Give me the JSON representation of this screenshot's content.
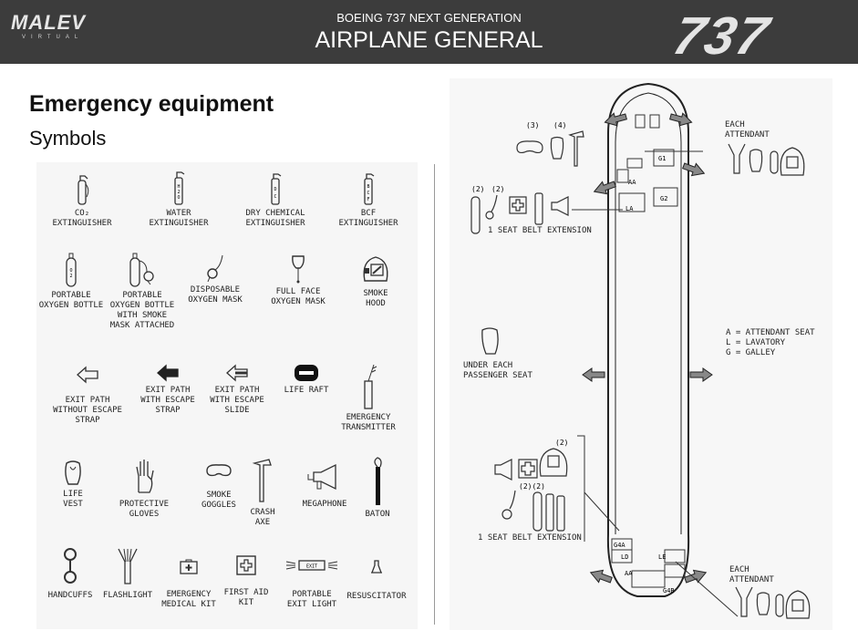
{
  "header": {
    "logo": "MALEV",
    "logo_sub": "VIRTUAL",
    "subtitle": "BOEING 737 NEXT GENERATION",
    "title": "AIRPLANE GENERAL",
    "model": "737"
  },
  "page": {
    "title": "Emergency equipment",
    "subtitle": "Symbols"
  },
  "symbols": [
    {
      "label": "CO₂\nEXTINGUISHER",
      "icon": "co2-extinguisher-icon"
    },
    {
      "label": "WATER\nEXTINGUISHER",
      "icon": "water-extinguisher-icon"
    },
    {
      "label": "DRY CHEMICAL\nEXTINGUISHER",
      "icon": "dry-chemical-extinguisher-icon"
    },
    {
      "label": "BCF\nEXTINGUISHER",
      "icon": "bcf-extinguisher-icon"
    },
    {
      "label": "PORTABLE\nOXYGEN BOTTLE",
      "icon": "oxygen-bottle-icon"
    },
    {
      "label": "PORTABLE\nOXYGEN BOTTLE\nWITH SMOKE\nMASK ATTACHED",
      "icon": "oxygen-bottle-smoke-mask-icon"
    },
    {
      "label": "DISPOSABLE\nOXYGEN MASK",
      "icon": "disposable-oxygen-mask-icon"
    },
    {
      "label": "FULL FACE\nOXYGEN MASK",
      "icon": "full-face-oxygen-mask-icon"
    },
    {
      "label": "SMOKE\nHOOD",
      "icon": "smoke-hood-icon"
    },
    {
      "label": "EXIT PATH\nWITHOUT ESCAPE\nSTRAP",
      "icon": "exit-path-outline-arrow-icon"
    },
    {
      "label": "EXIT PATH\nWITH ESCAPE\nSTRAP",
      "icon": "exit-path-filled-arrow-icon"
    },
    {
      "label": "EXIT PATH\nWITH ESCAPE\nSLIDE",
      "icon": "exit-path-slide-arrow-icon"
    },
    {
      "label": "LIFE RAFT",
      "icon": "life-raft-icon"
    },
    {
      "label": "EMERGENCY\nTRANSMITTER",
      "icon": "emergency-transmitter-icon"
    },
    {
      "label": "LIFE\nVEST",
      "icon": "life-vest-icon"
    },
    {
      "label": "PROTECTIVE\nGLOVES",
      "icon": "protective-gloves-icon"
    },
    {
      "label": "SMOKE\nGOGGLES",
      "icon": "smoke-goggles-icon"
    },
    {
      "label": "CRASH\nAXE",
      "icon": "crash-axe-icon"
    },
    {
      "label": "MEGAPHONE",
      "icon": "megaphone-icon"
    },
    {
      "label": "BATON",
      "icon": "baton-icon"
    },
    {
      "label": "HANDCUFFS",
      "icon": "handcuffs-icon"
    },
    {
      "label": "FLASHLIGHT",
      "icon": "flashlight-icon"
    },
    {
      "label": "EMERGENCY\nMEDICAL KIT",
      "icon": "medical-kit-icon"
    },
    {
      "label": "FIRST AID\nKIT",
      "icon": "first-aid-kit-icon"
    },
    {
      "label": "PORTABLE\nEXIT LIGHT",
      "icon": "exit-light-icon"
    },
    {
      "label": "RESUSCITATOR",
      "icon": "resuscitator-icon"
    }
  ],
  "diagram": {
    "qty_3": "(3)",
    "qty_4": "(4)",
    "qty_2a": "(2)",
    "qty_2b": "(2)",
    "qty_2c": "(2)",
    "qty_2d": "(2)(2)",
    "each_attendant_top": "EACH\nATTENDANT",
    "each_attendant_bottom": "EACH\nATTENDANT",
    "seat_belt_top": "1 SEAT BELT EXTENSION",
    "seat_belt_bottom": "1 SEAT BELT EXTENSION",
    "under_seat": "UNDER EACH\nPASSENGER SEAT",
    "legend": "A = ATTENDANT SEAT\nL = LAVATORY\nG = GALLEY",
    "g1": "G1",
    "g2": "G2",
    "g4a": "G4A",
    "g4b": "G4B",
    "la": "LA",
    "ld": "LD",
    "le": "LE",
    "aa": "AA"
  }
}
